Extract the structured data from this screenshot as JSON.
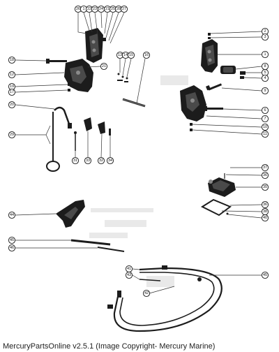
{
  "footer": {
    "text": "MercuryPartsOnline v2.5.1 (Image Copyright- Mercury Marine)"
  },
  "diagram": {
    "callouts": {
      "c1": "26",
      "c2": "1",
      "c3": "22",
      "c4": "23",
      "c5": "24",
      "c6": "21",
      "c7": "25",
      "c8": "28",
      "c9": "27",
      "c10": "2",
      "c11": "3",
      "c12": "1",
      "c13": "8",
      "c14": "5",
      "c15": "4",
      "c16": "13",
      "c17": "14",
      "c18": "15",
      "c19": "16",
      "c20": "18",
      "c21": "21",
      "c22": "12",
      "c23": "19",
      "c24": "17",
      "c25": "9",
      "c26": "6",
      "c27": "7",
      "c28": "10",
      "c29": "11",
      "c30": "20",
      "c31": "29",
      "c32": "31",
      "c33": "33",
      "c34": "32",
      "c35": "34",
      "c36": "37",
      "c37": "36",
      "c38": "35",
      "c39": "36",
      "c40": "38",
      "c41": "40",
      "c42": "44",
      "c43": "45",
      "c44": "46",
      "c45": "41",
      "c46": "43",
      "c47": "42",
      "c48": "45"
    }
  }
}
